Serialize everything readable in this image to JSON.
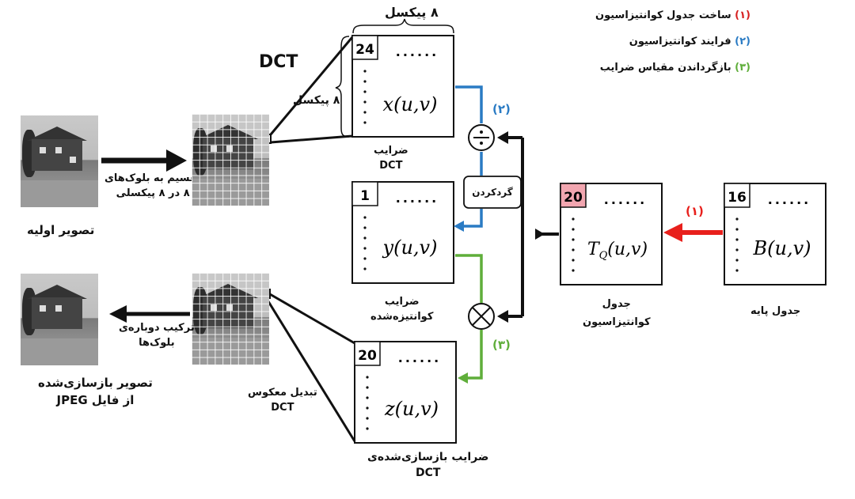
{
  "legend": {
    "item1": {
      "num": "(۱)",
      "text": "ساخت جدول کوانتیزاسیون",
      "color": "#d62020"
    },
    "item2": {
      "num": "(۲)",
      "text": "فرایند کوانتیزاسیون",
      "color": "#2a7bc4"
    },
    "item3": {
      "num": "(۳)",
      "text": "بازگرداندن مقیاس ضرایب",
      "color": "#5fae3a"
    }
  },
  "dct_heading": "DCT",
  "top_dim": "۸ پیکسل",
  "side_dim": "۸ پیکسل",
  "original_image_label": "تصویر اولیه",
  "split_label_1": "تقسیم به بلوک‌های",
  "split_label_2": "۸ در ۸ پیکسلی",
  "combine_label_1": "ترکیب دوباره‌ی",
  "combine_label_2": "بلوک‌ها",
  "reconstructed_label_1": "تصویر بازسازی‌شده",
  "reconstructed_label_2": "از فایل JPEG",
  "inverse_dct_1": "تبدیل معکوس",
  "inverse_dct_2": "DCT",
  "blocks": {
    "dct": {
      "corner": "24",
      "formula": "x(u,v)",
      "caption_1": "ضرایب",
      "caption_2": "DCT"
    },
    "quantized": {
      "corner": "1",
      "formula": "y(u,v)",
      "caption_1": "ضرایب",
      "caption_2": "کوانتیزه‌شده"
    },
    "reconstructed": {
      "corner": "20",
      "formula": "z(u,v)",
      "caption_1": "ضرایب بازسازی‌شده‌ی",
      "caption_2": "DCT"
    },
    "qtable": {
      "corner": "20",
      "formula": "T_Q(u,v)",
      "caption_1": "جدول",
      "caption_2": "کوانتیزاسیون",
      "corner_color": "#f2a6b0"
    },
    "base": {
      "corner": "16",
      "formula": "B(u,v)",
      "caption_1": "جدول پایه"
    }
  },
  "dots": "......",
  "round_label": "گردکردن",
  "marker2": "(۲)",
  "marker3": "(۳)",
  "marker1": "(۱)",
  "colors": {
    "blue": "#2a7bc4",
    "green": "#5fae3a",
    "red": "#e8201c",
    "black": "#111111"
  }
}
